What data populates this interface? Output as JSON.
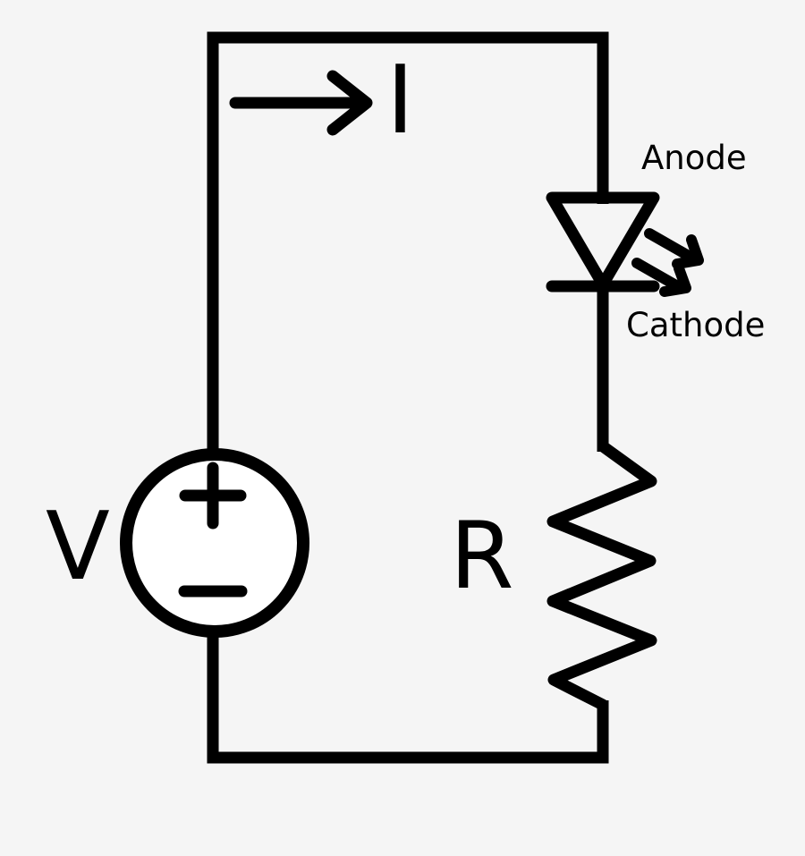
{
  "colors": {
    "background": "#f5f5f5",
    "line": "#000000",
    "source_fill": "#ffffff"
  },
  "diagram": {
    "labels": {
      "voltage_source": "V",
      "current": "I",
      "resistor": "R",
      "anode": "Anode",
      "cathode": "Cathode"
    },
    "icons": {
      "current_arrow": "right-arrow-icon",
      "led_emission": "light-emission-arrows-icon",
      "polarity_plus": "plus-icon",
      "polarity_minus": "minus-icon"
    }
  }
}
